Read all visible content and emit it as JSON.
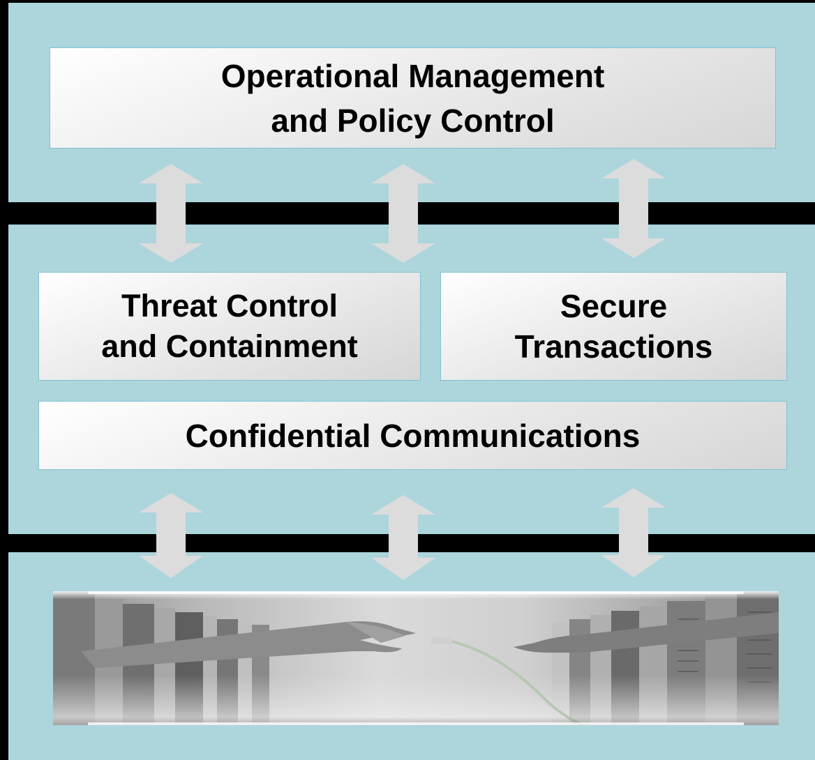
{
  "layers": {
    "operational": {
      "line1": "Operational Management",
      "line2": "and Policy Control"
    },
    "threat": {
      "line1": "Threat Control",
      "line2": "and Containment"
    },
    "secure": {
      "line1": "Secure",
      "line2": "Transactions"
    },
    "confidential": {
      "label": "Confidential Communications"
    }
  },
  "colors": {
    "background": "#000000",
    "panel": "#add5dc",
    "box_border": "#7fc3d3",
    "arrow": "#dcdcdc",
    "text": "#000000"
  },
  "photo": {
    "description_icon": "hands-network-cable-photo"
  }
}
